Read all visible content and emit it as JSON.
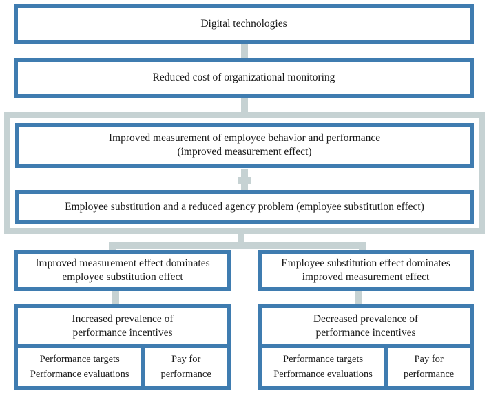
{
  "diagram": {
    "title": "Digital technologies and performance incentives flowchart",
    "colors": {
      "box_border_blue": "#3f7cb0",
      "connector_gray": "#c6d2d3",
      "group_frame_gray": "#c6d2d3",
      "box_fill": "#ffffff",
      "text": "#1a1a1a"
    },
    "nodes": {
      "digital_technologies": "Digital technologies",
      "reduced_cost": "Reduced cost of organizational monitoring",
      "improved_measurement_line1": "Improved measurement of employee behavior and performance",
      "improved_measurement_line2": "(improved measurement effect)",
      "employee_substitution": "Employee substitution and a reduced agency problem (employee substitution effect)",
      "left_branch_line1": "Improved measurement effect dominates",
      "left_branch_line2": "employee substitution effect",
      "right_branch_line1": "Employee substitution effect dominates",
      "right_branch_line2": "improved measurement effect",
      "left_outcome_line1": "Increased prevalence of",
      "left_outcome_line2": "performance incentives",
      "right_outcome_line1": "Decreased prevalence of",
      "right_outcome_line2": "performance incentives"
    },
    "instruments": {
      "left": {
        "targets": "Performance targets",
        "evaluations": "Performance evaluations",
        "pay_line1": "Pay for",
        "pay_line2": "performance"
      },
      "right": {
        "targets": "Performance targets",
        "evaluations": "Performance evaluations",
        "pay_line1": "Pay for",
        "pay_line2": "performance"
      }
    },
    "connectors": {
      "arrow_1": "down-arrow-icon",
      "arrow_2": "down-arrow-icon",
      "plus": "plus-connector-icon",
      "split": "split-branch-connector-icon",
      "arrow_left_down": "down-arrow-icon",
      "arrow_right_down": "down-arrow-icon"
    }
  }
}
